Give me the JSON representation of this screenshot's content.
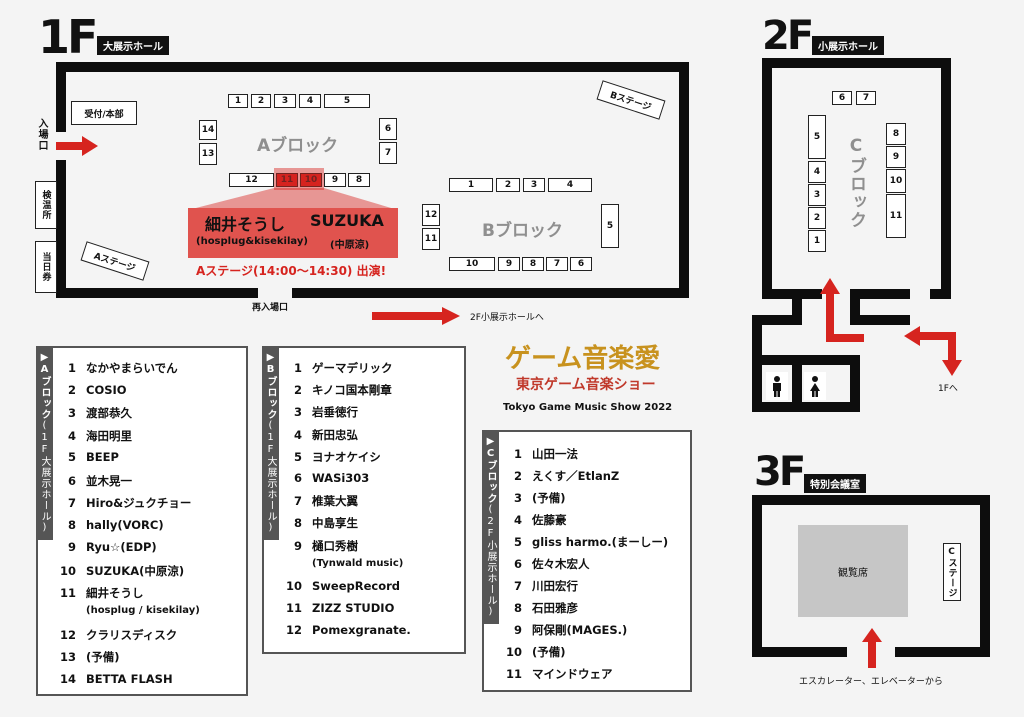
{
  "floor1": {
    "floor_label": "1F",
    "hall_label": "大展示ホール",
    "reception": "受付/本部",
    "entrance": "入場口",
    "thermo": "検温所",
    "sameday": "当日券",
    "reentry": "再入場口",
    "to2f": "2F小展示ホールへ",
    "a_stage": "Aステージ",
    "b_stage": "Bステージ",
    "a_block": "Aブロック",
    "b_block": "Bブロック",
    "a_booths_top": [
      "1",
      "2",
      "3",
      "4",
      "5"
    ],
    "a_booths_left": [
      "14",
      "13"
    ],
    "a_booths_right": [
      "6",
      "7"
    ],
    "a_booths_bottom": [
      "12",
      "11",
      "10",
      "9",
      "8"
    ],
    "b_booths_top": [
      "1",
      "2",
      "3",
      "4"
    ],
    "b_booths_left": [
      "12",
      "11"
    ],
    "b_booth_right": "5",
    "b_booths_bottom": [
      "10",
      "9",
      "8",
      "7",
      "6"
    ],
    "callout": {
      "name1": "細井そうし",
      "name2": "SUZUKA",
      "sub1": "(hosplug&kisekilay)",
      "sub2": "(中原涼)",
      "stage_note": "Aステージ(14:00～14:30) 出演!"
    }
  },
  "floor2": {
    "floor_label": "2F",
    "hall_label": "小展示ホール",
    "c_block": "Cブロック",
    "booths_top": [
      "6",
      "7"
    ],
    "booths_left": [
      "5",
      "4",
      "3",
      "2",
      "1"
    ],
    "booths_right": [
      "8",
      "9",
      "10",
      "11"
    ],
    "to1f": "1Fへ",
    "restroom_male": "男",
    "restroom_female": "女"
  },
  "floor3": {
    "floor_label": "3F",
    "hall_label": "特別会議室",
    "seating": "観覧席",
    "c_stage": "Cステージ",
    "escalator": "エスカレーター、エレベーターから"
  },
  "logo": {
    "main": "ゲーム音楽愛",
    "sub": "東京ゲーム音楽ショー",
    "en": "Tokyo Game Music Show 2022"
  },
  "lists": {
    "a": {
      "title": "▶Aブロック",
      "sub": "(1F大展示ホール)",
      "items": [
        {
          "n": "1",
          "name": "なかやまらいでん"
        },
        {
          "n": "2",
          "name": "COSIO"
        },
        {
          "n": "3",
          "name": "渡部恭久"
        },
        {
          "n": "4",
          "name": "海田明里"
        },
        {
          "n": "5",
          "name": "BEEP"
        },
        {
          "n": "6",
          "name": "並木晃一"
        },
        {
          "n": "7",
          "name": "Hiro&ジュクチョー"
        },
        {
          "n": "8",
          "name": "hally(VORC)"
        },
        {
          "n": "9",
          "name": "Ryu☆(EDP)"
        },
        {
          "n": "10",
          "name": "SUZUKA(中原涼)"
        },
        {
          "n": "11",
          "name": "細井そうし",
          "sub": "(hosplug / kisekilay)"
        },
        {
          "n": "12",
          "name": "クラリスディスク"
        },
        {
          "n": "13",
          "name": "(予備)"
        },
        {
          "n": "14",
          "name": "BETTA FLASH"
        }
      ]
    },
    "b": {
      "title": "▶Bブロック",
      "sub": "(1F大展示ホール)",
      "items": [
        {
          "n": "1",
          "name": "ゲーマデリック"
        },
        {
          "n": "2",
          "name": "キノコ国本剛章"
        },
        {
          "n": "3",
          "name": "岩垂徳行"
        },
        {
          "n": "4",
          "name": "新田忠弘"
        },
        {
          "n": "5",
          "name": "ヨナオケイシ"
        },
        {
          "n": "6",
          "name": "WASi303"
        },
        {
          "n": "7",
          "name": "椎葉大翼"
        },
        {
          "n": "8",
          "name": "中島享生"
        },
        {
          "n": "9",
          "name": "樋口秀樹",
          "sub": "(Tynwald music)"
        },
        {
          "n": "10",
          "name": "SweepRecord"
        },
        {
          "n": "11",
          "name": "ZIZZ STUDIO"
        },
        {
          "n": "12",
          "name": "Pomexgranate."
        }
      ]
    },
    "c": {
      "title": "▶Cブロック",
      "sub": "(2F小展示ホール)",
      "items": [
        {
          "n": "1",
          "name": "山田一法"
        },
        {
          "n": "2",
          "name": "えくす／EtlanZ"
        },
        {
          "n": "3",
          "name": "(予備)"
        },
        {
          "n": "4",
          "name": "佐藤豪"
        },
        {
          "n": "5",
          "name": "gliss harmo.(まーしー)"
        },
        {
          "n": "6",
          "name": "佐々木宏人"
        },
        {
          "n": "7",
          "name": "川田宏行"
        },
        {
          "n": "8",
          "name": "石田雅彦"
        },
        {
          "n": "9",
          "name": "阿保剛(MAGES.)"
        },
        {
          "n": "10",
          "name": "(予備)"
        },
        {
          "n": "11",
          "name": "マインドウェア"
        }
      ]
    }
  },
  "colors": {
    "accent": "#d6241f",
    "wall": "#0d0d0d",
    "panel_border": "#555555",
    "block_gray": "#8f8f8f"
  }
}
